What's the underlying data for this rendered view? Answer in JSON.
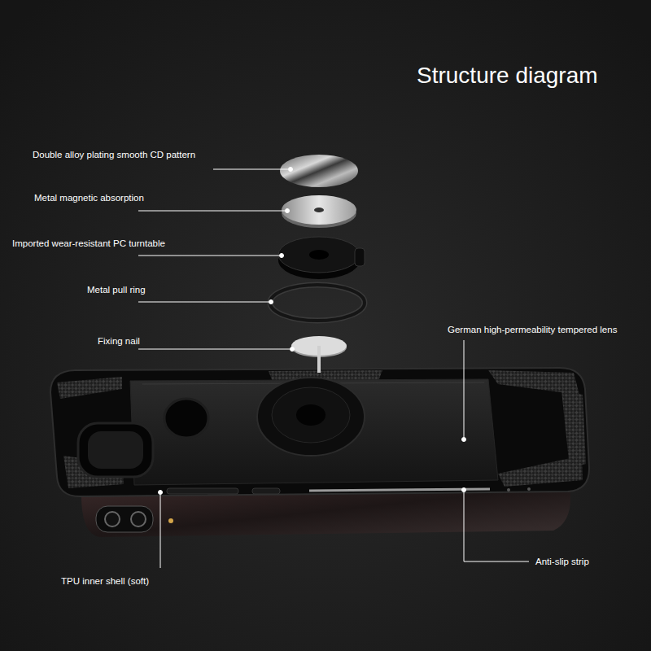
{
  "diagram": {
    "title": "Structure diagram",
    "labels": [
      "Double alloy plating smooth CD pattern",
      "Metal magnetic absorption",
      "Imported wear-resistant PC turntable",
      "Metal pull ring",
      "Fixing nail",
      "German high-permeability tempered lens",
      "TPU inner shell (soft)",
      "Anti-slip strip"
    ]
  }
}
